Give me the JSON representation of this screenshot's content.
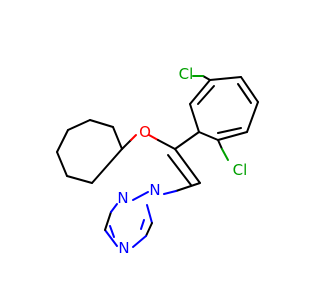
{
  "molecule": {
    "atoms": {
      "cl_top": {
        "label": "Cl",
        "color": "#00a000"
      },
      "cl_right": {
        "label": "Cl",
        "color": "#00a000"
      },
      "oxygen": {
        "label": "O",
        "color": "#ff0000"
      },
      "n1": {
        "label": "N",
        "color": "#0000ff"
      },
      "n2": {
        "label": "N",
        "color": "#0000ff"
      },
      "n4": {
        "label": "N",
        "color": "#0000ff"
      }
    }
  }
}
